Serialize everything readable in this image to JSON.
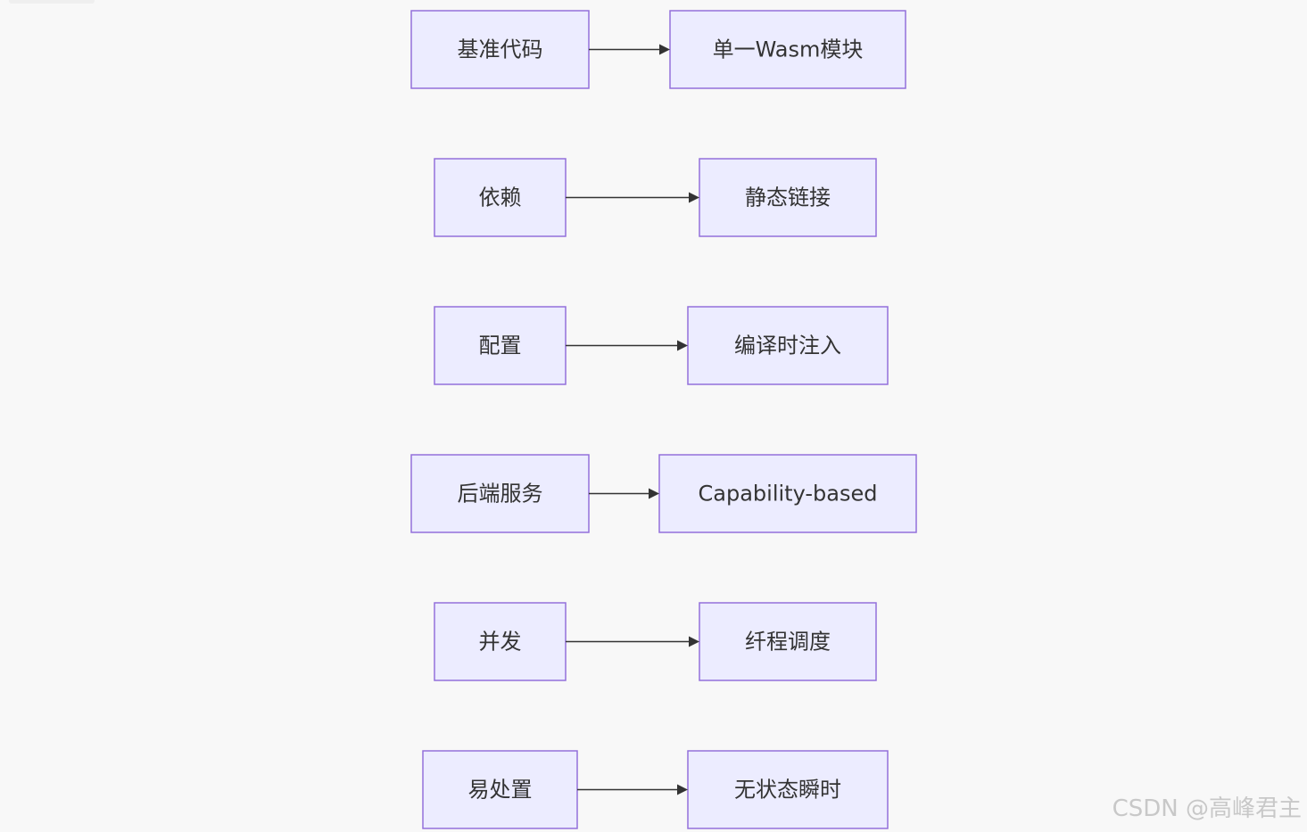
{
  "diagram": {
    "rows": [
      {
        "source": "基准代码",
        "target": "单一Wasm模块"
      },
      {
        "source": "依赖",
        "target": "静态链接"
      },
      {
        "source": "配置",
        "target": "编译时注入"
      },
      {
        "source": "后端服务",
        "target": "Capability-based"
      },
      {
        "source": "并发",
        "target": "纤程调度"
      },
      {
        "source": "易处置",
        "target": "无状态瞬时"
      }
    ]
  },
  "watermark": "CSDN @高峰君主",
  "colors": {
    "background": "#f8f8f8",
    "node_fill": "#ececff",
    "node_stroke": "#9370db",
    "edge": "#333333",
    "text": "#333333"
  }
}
